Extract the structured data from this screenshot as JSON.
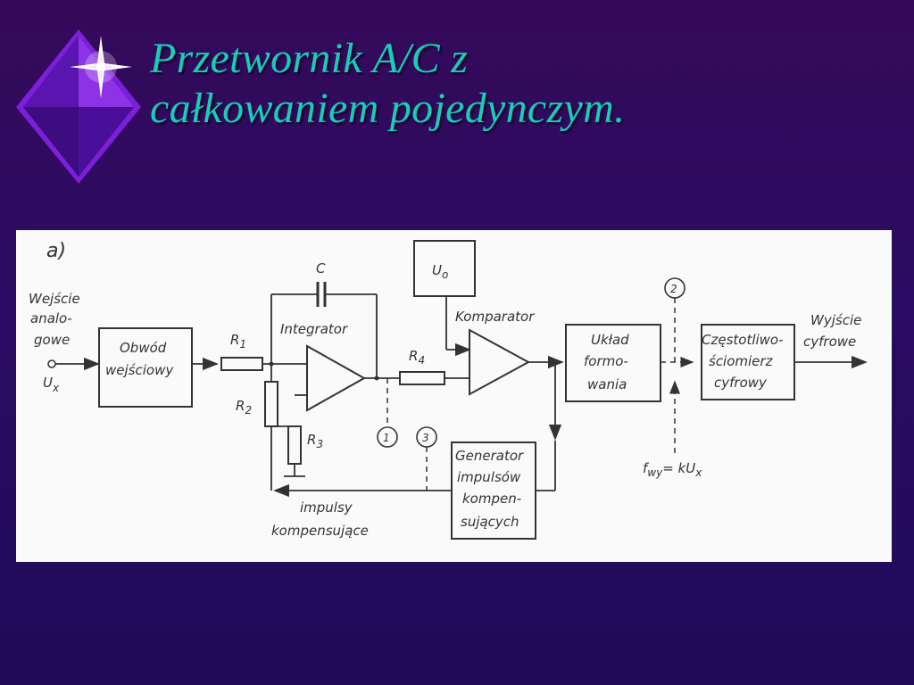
{
  "slide": {
    "title_line1": "Przetwornik A/C z",
    "title_line2": "całkowaniem pojedynczym."
  },
  "colors": {
    "background": "#2a0c62",
    "title": "#18cdbf",
    "logo_diamond": "#7b1fd8",
    "figure_background": "#fafafa"
  },
  "diagram": {
    "panel_label": "a)",
    "input_label": [
      "Wejście",
      "analo-",
      "gowe"
    ],
    "input_symbol": "U",
    "input_symbol_sub": "x",
    "input_block": [
      "Obwód",
      "wejściowy"
    ],
    "r1": "R",
    "r1_sub": "1",
    "r2": "R",
    "r2_sub": "2",
    "r3": "R",
    "r3_sub": "3",
    "r4": "R",
    "r4_sub": "4",
    "capacitor": "C",
    "integrator": "Integrator",
    "reference_symbol": "U",
    "reference_sub": "o",
    "comparator": "Komparator",
    "shaper_block": [
      "Układ",
      "formo-",
      "wania"
    ],
    "counter_block": [
      "Częstotliwo-",
      "ściomierz",
      "cyfrowy"
    ],
    "output_label": [
      "Wyjście",
      "cyfrowe"
    ],
    "generator_block": [
      "Generator",
      "impulsów",
      "kompen-",
      "sujących"
    ],
    "feedback_label": [
      "impulsy",
      "kompensujące"
    ],
    "test_points": [
      "1",
      "2",
      "3"
    ],
    "freq_formula": "f",
    "freq_formula_sub": "wy",
    "freq_formula_rest": "= kU",
    "freq_formula_sub2": "x"
  }
}
